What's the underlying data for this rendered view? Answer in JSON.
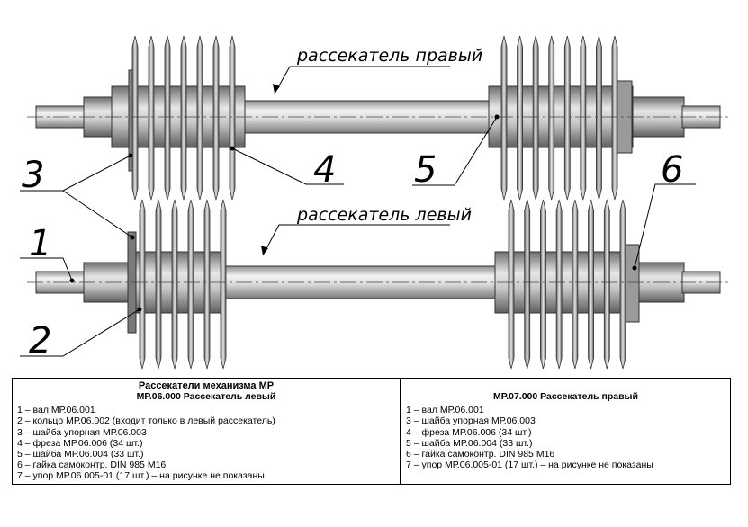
{
  "drawing": {
    "callouts": {
      "c1": "1",
      "c2": "2",
      "c3": "3",
      "c4": "4",
      "c5": "5",
      "c6": "6"
    },
    "captions": {
      "right": "рассекатель правый",
      "left": "рассекатель левый"
    }
  },
  "legend": {
    "title": "Рассекатели механизма МР",
    "left": {
      "heading": "МР.06.000 Рассекатель левый",
      "items": [
        "1 – вал МР.06.001",
        "2 – кольцо МР.06.002 (входит только в левый рассекатель)",
        "3 – шайба упорная МР.06.003",
        "4 – фреза МР.06.006 (34 шт.)",
        "5 – шайба МР.06.004 (33 шт.)",
        "6 – гайка самоконтр. DIN 985 М16",
        "7 – упор МР.06.005-01 (17 шт.) – на рисунке не показаны"
      ]
    },
    "right": {
      "heading": "МР.07.000 Рассекатель правый",
      "items": [
        "1 – вал МР.06.001",
        "3 – шайба упорная МР.06.003",
        "4 – фреза МР.06.006 (34 шт.)",
        "5 – шайба МР.06.004 (33 шт.)",
        "6 – гайка самоконтр. DIN 985 М16",
        "7 – упор МР.06.005-01 (17 шт.) – на рисунке не показаны"
      ]
    }
  }
}
